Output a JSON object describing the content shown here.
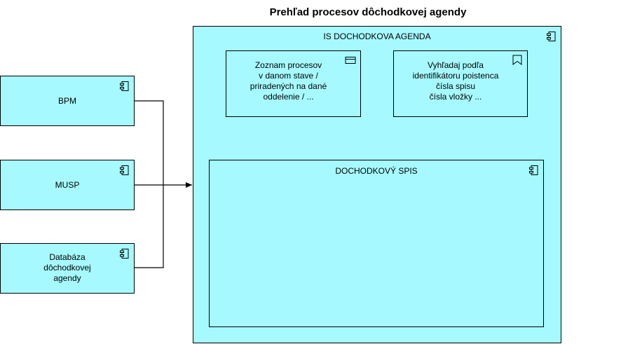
{
  "diagram": {
    "title": "Prehľad procesov dôchodkovej agendy",
    "system": {
      "label": "IS DOCHODKOVA AGENDA",
      "icon": "component-icon"
    },
    "process_list": {
      "label": "Zoznam procesov\nv danom stave /\npriradených na  dané\noddelenie / ...",
      "icon": "window-icon"
    },
    "search": {
      "label": "Vyhľadaj podľa\nidentifikátoru poistenca\nčísla spisu\nčísla vložky ...",
      "icon": "bookmark-icon"
    },
    "file": {
      "label": "DOCHODKOVÝ SPIS",
      "icon": "component-icon"
    },
    "sources": [
      {
        "label": "BPM",
        "icon": "component-icon"
      },
      {
        "label": "MUSP",
        "icon": "component-icon"
      },
      {
        "label": "Databáza\ndôchodkovej\nagendy",
        "icon": "component-icon"
      }
    ],
    "colors": {
      "fill": "#a6faff",
      "stroke": "#000000"
    }
  }
}
